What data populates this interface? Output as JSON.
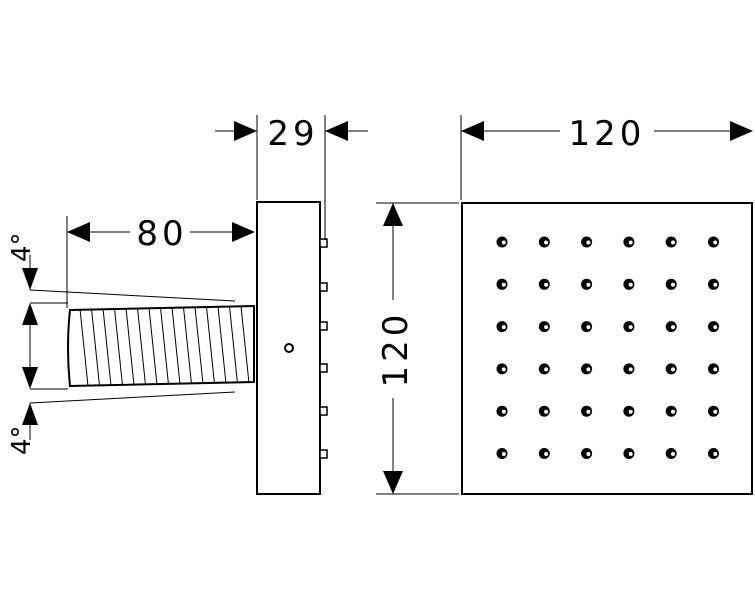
{
  "dimensions": {
    "thread_length": "80",
    "depth": "29",
    "width": "120",
    "height": "120",
    "angle_top": "4°",
    "angle_bottom": "4°"
  },
  "nozzle_grid": {
    "rows": 6,
    "cols": 6
  },
  "colors": {
    "line": "#000000",
    "background": "#ffffff"
  }
}
